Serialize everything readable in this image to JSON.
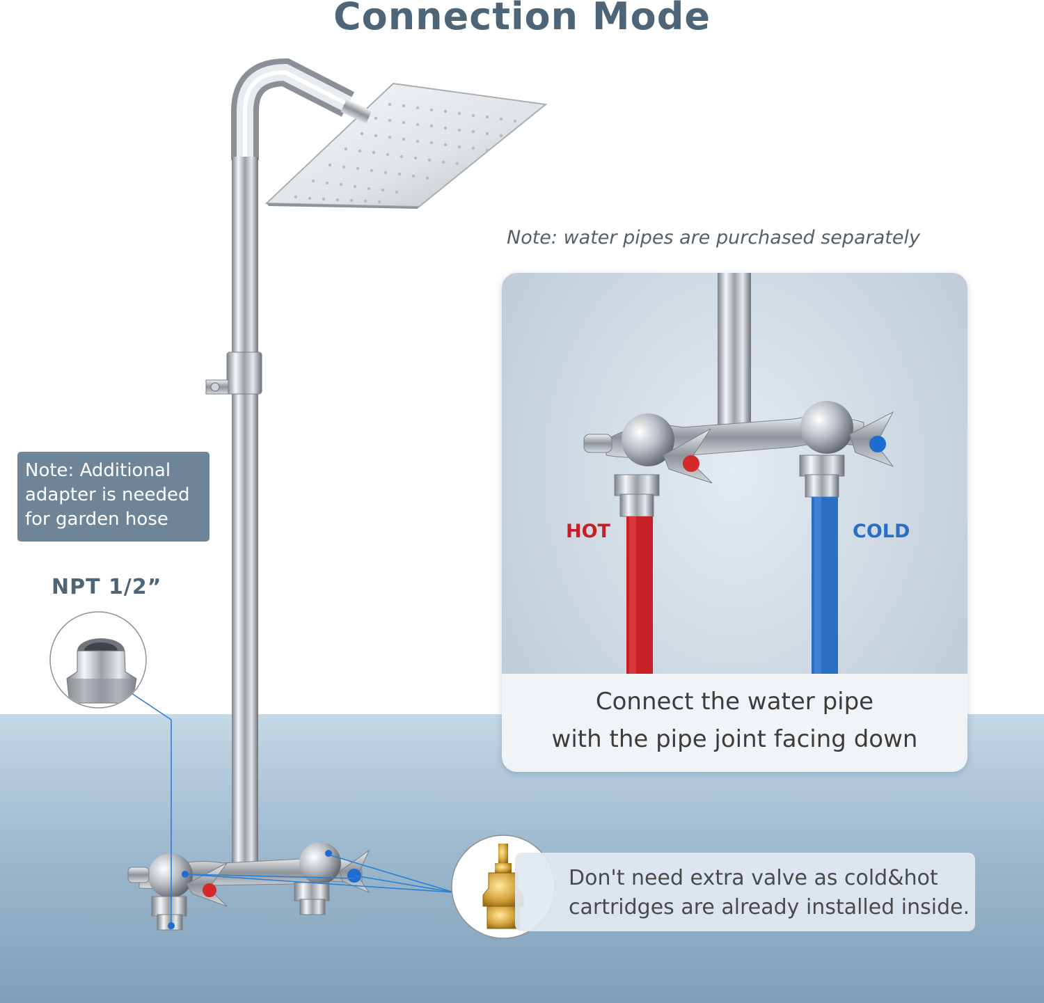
{
  "title": "Connection Mode",
  "pipe_note": "Note: water pipes are purchased separately",
  "connection_card": {
    "hot_label": "HOT",
    "cold_label": "COLD",
    "caption_line1": "Connect the water pipe",
    "caption_line2": "with the pipe joint facing down",
    "hot_color": "#c81e25",
    "cold_color": "#2a6fc2"
  },
  "adapter_note": {
    "line1": "Note: Additional",
    "line2": "adapter is needed",
    "line3": "for garden hose"
  },
  "fitting_label": "NPT 1/2”",
  "cartridge_note": {
    "line1": "Don't need extra valve as cold&hot",
    "line2": "cartridges are already installed inside."
  },
  "colors": {
    "title": "#4d6577",
    "note_box": "#6e8598",
    "callout_line": "#2a7fd6"
  }
}
